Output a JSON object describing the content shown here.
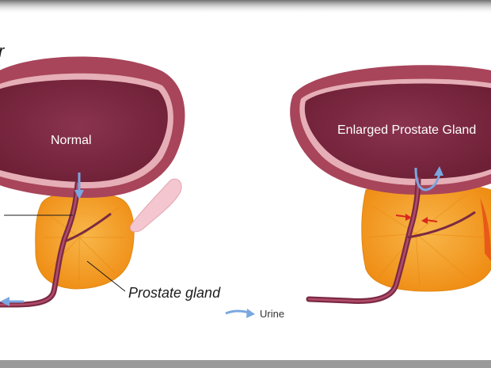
{
  "figure": {
    "left_panel": {
      "bladder_label_fragment": "r",
      "state_label": "Normal",
      "prostate_label": "Prostate gland"
    },
    "right_panel": {
      "state_label": "Enlarged Prostate Gland"
    },
    "legend": {
      "label": "Urine",
      "arrow_color": "#7aa7e0"
    },
    "colors": {
      "bladder_outer": "#a44457",
      "bladder_inner": "#7d2a3f",
      "bladder_rim": "#e8b0b8",
      "prostate": "#f29a1e",
      "prostate_light": "#f7b84a",
      "urethra": "#7a2a44",
      "seminal_vesicle": "#f4c6cf",
      "restriction_arrows": "#d8281e",
      "border": "#8a8a8a"
    }
  }
}
